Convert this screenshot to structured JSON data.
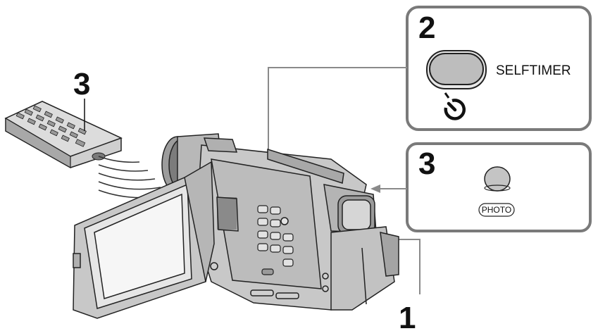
{
  "steps": {
    "remote_step": "3",
    "camera_step": "1",
    "panel_selftimer_step": "2",
    "panel_photo_step": "3"
  },
  "panel_selftimer": {
    "button_label": "SELFTIMER",
    "icon": "selftimer-icon"
  },
  "panel_photo": {
    "button_label": "PHOTO"
  },
  "colors": {
    "panel_border": "#7a7a7a",
    "device_fill": "#c8c8c8",
    "device_stroke": "#2a2a2a",
    "button_fill": "#bdbdbd"
  }
}
